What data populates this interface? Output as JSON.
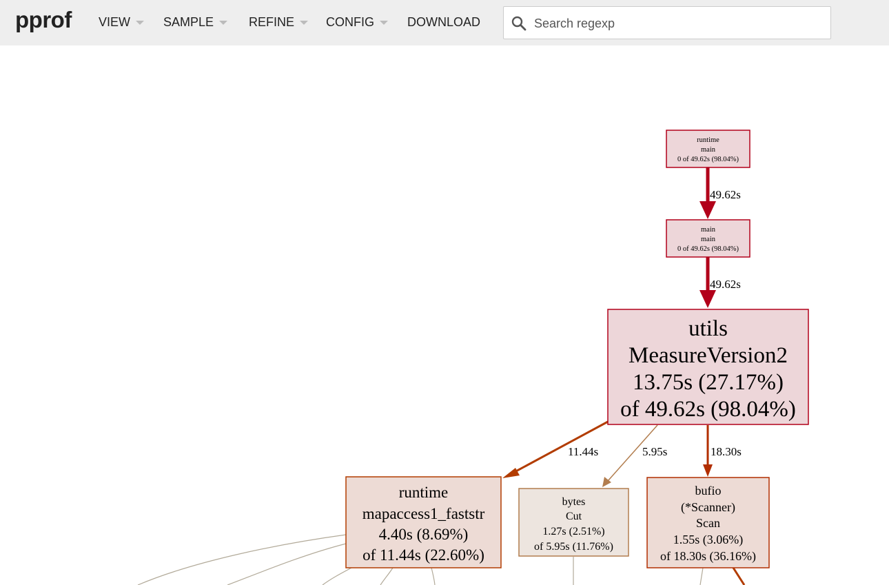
{
  "header": {
    "logo": "pprof",
    "menu": [
      {
        "label": "VIEW",
        "has_dropdown": true
      },
      {
        "label": "SAMPLE",
        "has_dropdown": true
      },
      {
        "label": "REFINE",
        "has_dropdown": true
      },
      {
        "label": "CONFIG",
        "has_dropdown": true
      },
      {
        "label": "DOWNLOAD",
        "has_dropdown": false
      }
    ],
    "search": {
      "placeholder": "Search regexp",
      "value": "",
      "icon": "search-icon"
    }
  },
  "graph": {
    "nodes": {
      "runtime_main": {
        "lines": [
          "runtime",
          "main",
          "0 of 49.62s (98.04%)"
        ],
        "color": "#b2001a"
      },
      "main_main": {
        "lines": [
          "main",
          "main",
          "0 of 49.62s (98.04%)"
        ],
        "color": "#b2001a"
      },
      "measure": {
        "lines": [
          "utils",
          "MeasureVersion2",
          "13.75s (27.17%)",
          "of 49.62s (98.04%)"
        ],
        "color": "#b2001a"
      },
      "mapaccess": {
        "lines": [
          "runtime",
          "mapaccess1_faststr",
          "4.40s (8.69%)",
          "of 11.44s (22.60%)"
        ],
        "color": "#b23c00"
      },
      "bytes_cut": {
        "lines": [
          "bytes",
          "Cut",
          "1.27s (2.51%)",
          "of 5.95s (11.76%)"
        ],
        "color": "#b27d4e"
      },
      "bufio_scan": {
        "lines": [
          "bufio",
          "(*Scanner)",
          "Scan",
          "1.55s (3.06%)",
          "of 18.30s (36.16%)"
        ],
        "color": "#b22e00"
      }
    },
    "edges": {
      "e1": {
        "label": "49.62s"
      },
      "e2": {
        "label": "49.62s"
      },
      "e3": {
        "label": "11.44s"
      },
      "e4": {
        "label": "5.95s"
      },
      "e5": {
        "label": "18.30s"
      }
    }
  }
}
